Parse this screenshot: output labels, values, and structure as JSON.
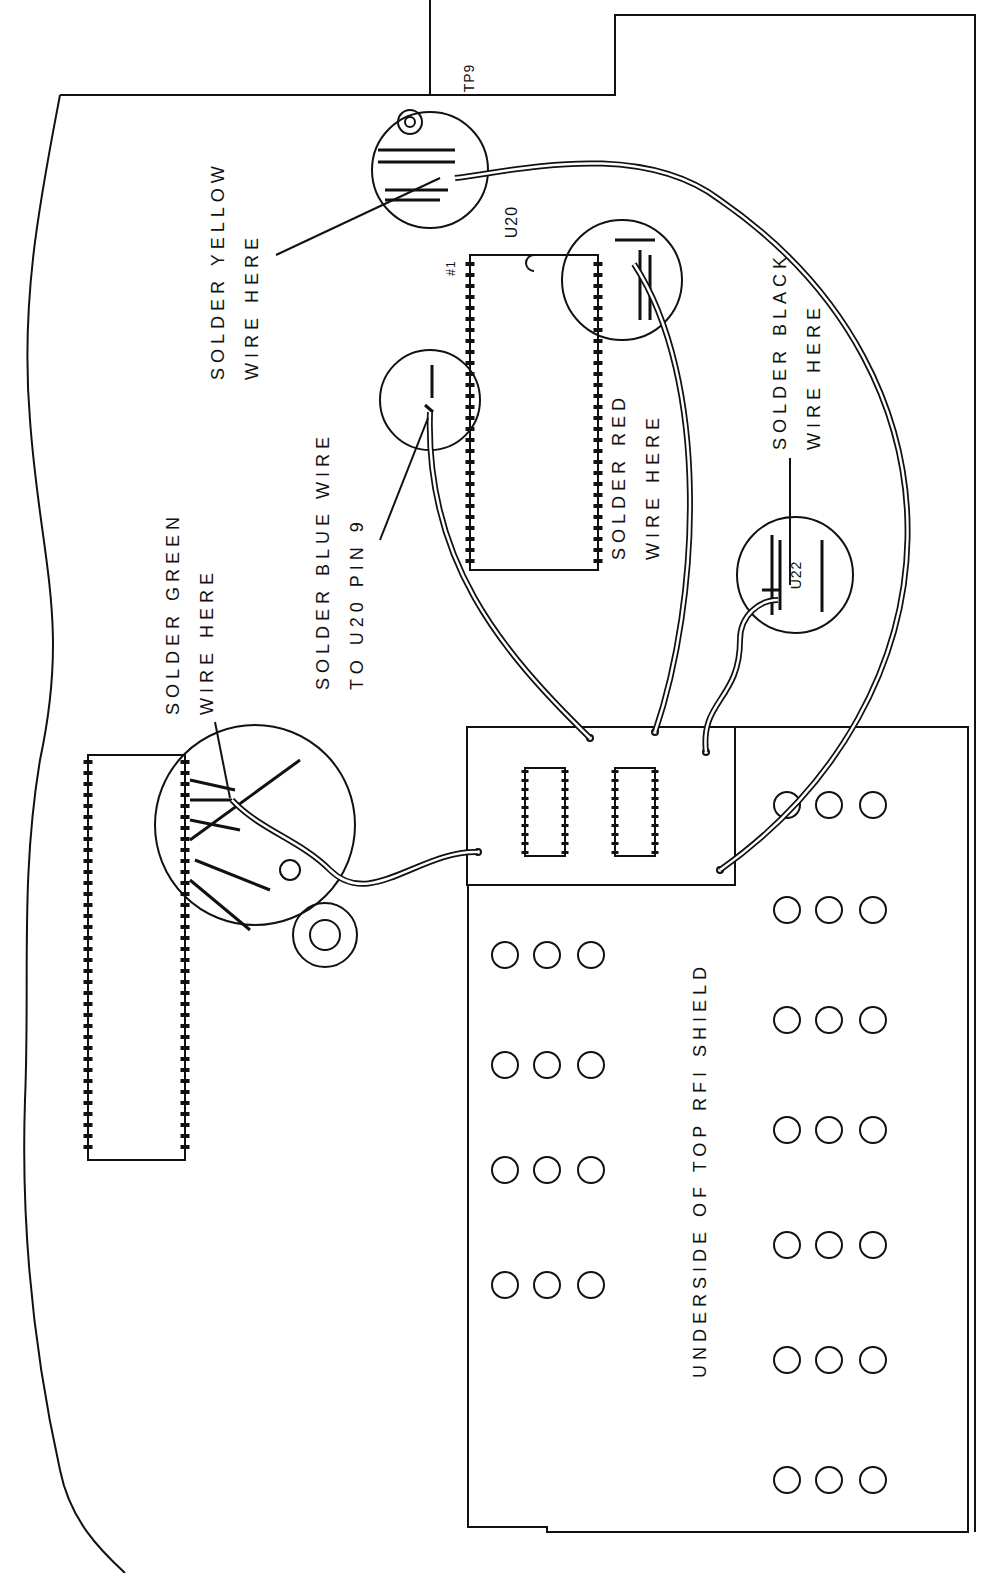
{
  "diagram": {
    "nodes": [
      {
        "text": [
          "UNDERSIDE OF TOP RFI SHIELD"
        ]
      }
    ],
    "labels": [
      "SOLDER YELLOW WIRE HERE",
      "TP9",
      "U20",
      "#1",
      "SOLDER BLUE WIRE TO U20 PIN 9",
      "SOLDER GREEN WIRE HERE",
      "SOLDER RED WIRE HERE",
      "SOLDER BLACK WIRE HERE",
      "U22"
    ]
  }
}
